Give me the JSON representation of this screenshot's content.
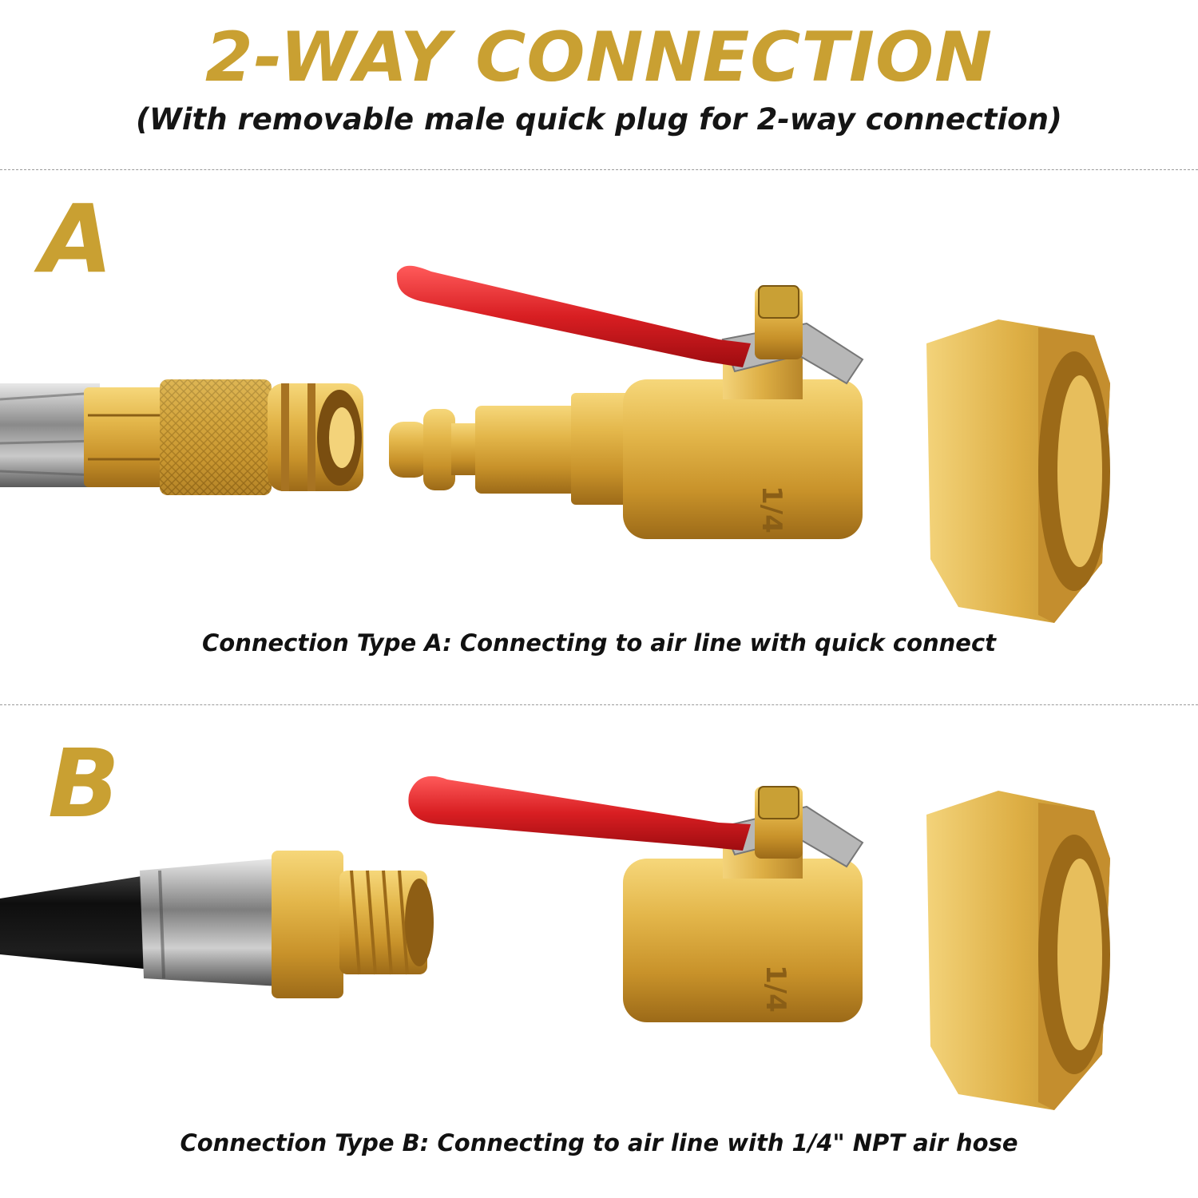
{
  "header": {
    "title": "2-WAY CONNECTION",
    "subtitle": "(With removable male quick plug for 2-way connection)"
  },
  "sections": [
    {
      "letter": "A",
      "caption": "Connection Type A: Connecting to air line with quick connect"
    },
    {
      "letter": "B",
      "caption": "Connection Type B: Connecting to air line with 1/4\" NPT air hose"
    }
  ],
  "valve_marking": "1/4",
  "colors": {
    "accent_gold": "#C9A032",
    "brass": "#D8A83A",
    "handle_red": "#D81E22",
    "hose_black": "#141414",
    "chrome": "#9A9A9A"
  },
  "icons": [
    "ball-valve-icon",
    "quick-coupler-icon",
    "male-plug-icon",
    "air-hose-icon",
    "threaded-fitting-icon"
  ]
}
